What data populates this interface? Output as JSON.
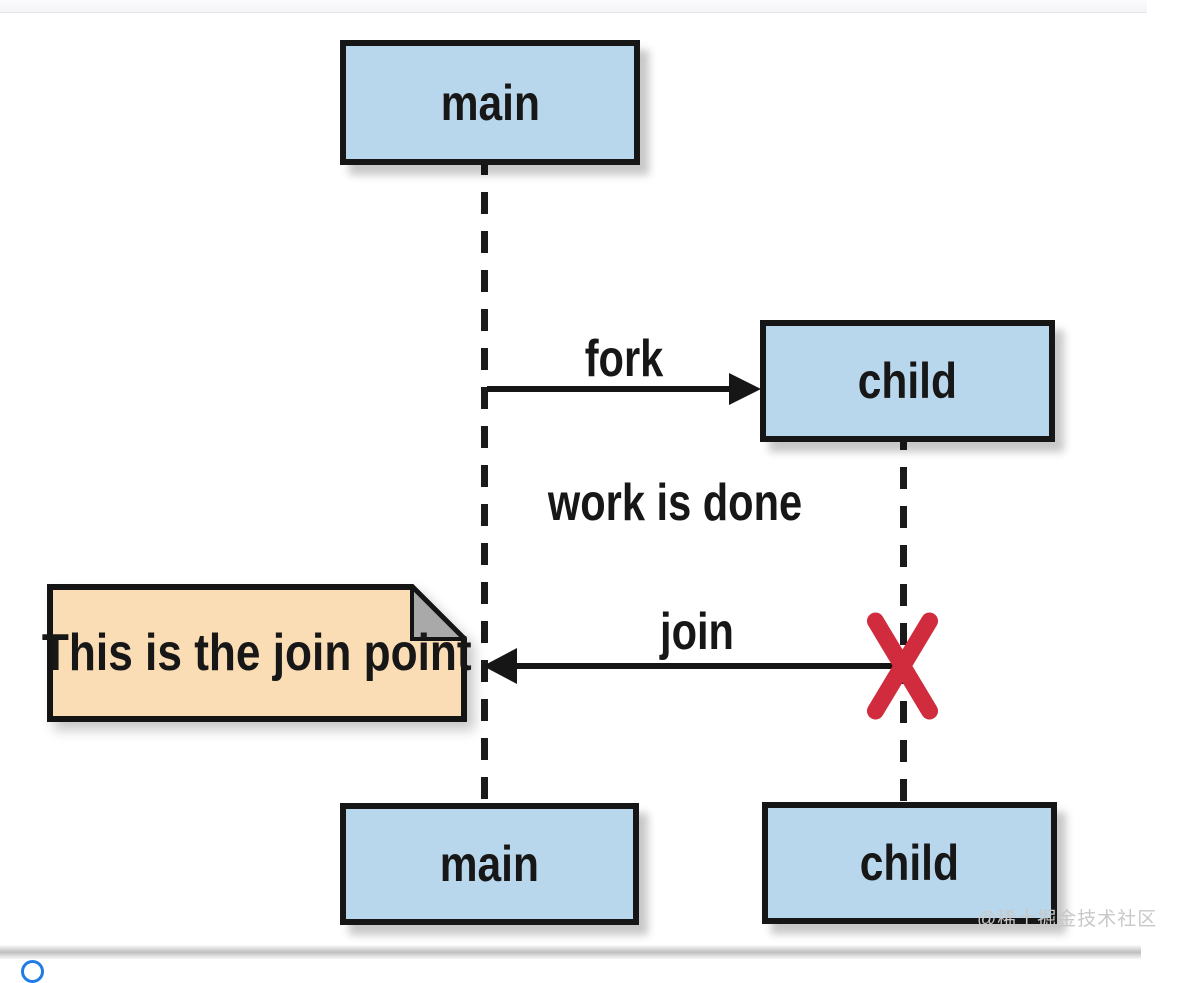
{
  "diagram": {
    "labels": {
      "top_main": "main",
      "top_child": "child",
      "bottom_main": "main",
      "bottom_child": "child"
    },
    "messages": {
      "fork": "fork",
      "join": "join",
      "work_done": "work is done"
    },
    "note": {
      "text": "This is the join point"
    },
    "colors": {
      "actor_fill": "#b9d7ec",
      "actor_border": "#161616",
      "note_fill": "#fadcb5",
      "note_fold": "#a9a9a9",
      "line": "#161616",
      "terminate_x": "#d02c3e",
      "watermark_text": "#c8c8c8",
      "background": "#ffffff"
    }
  },
  "watermark": {
    "text": "@稀土掘金技术社区"
  }
}
